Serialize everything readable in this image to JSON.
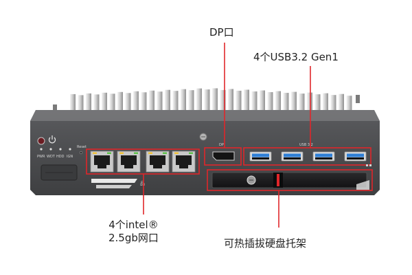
{
  "callouts": {
    "dp_port": "DP口",
    "usb_ports": "4个USB3.2 Gen1",
    "lan_ports_line1": "4个intel®",
    "lan_ports_line2": "2.5gb网口",
    "hdd_tray": "可热插拔硬盘托架"
  },
  "panel_labels": {
    "pwr": "PWR",
    "wdt": "WDT",
    "hdd": "HDD",
    "ign": "IGN",
    "reset": "Reset",
    "dp": "DP",
    "usb": "USB 3.2"
  },
  "colors": {
    "callout_red": "#e0262a",
    "chassis": "#4a4b4d",
    "usb_blue": "#2f7fd6"
  }
}
